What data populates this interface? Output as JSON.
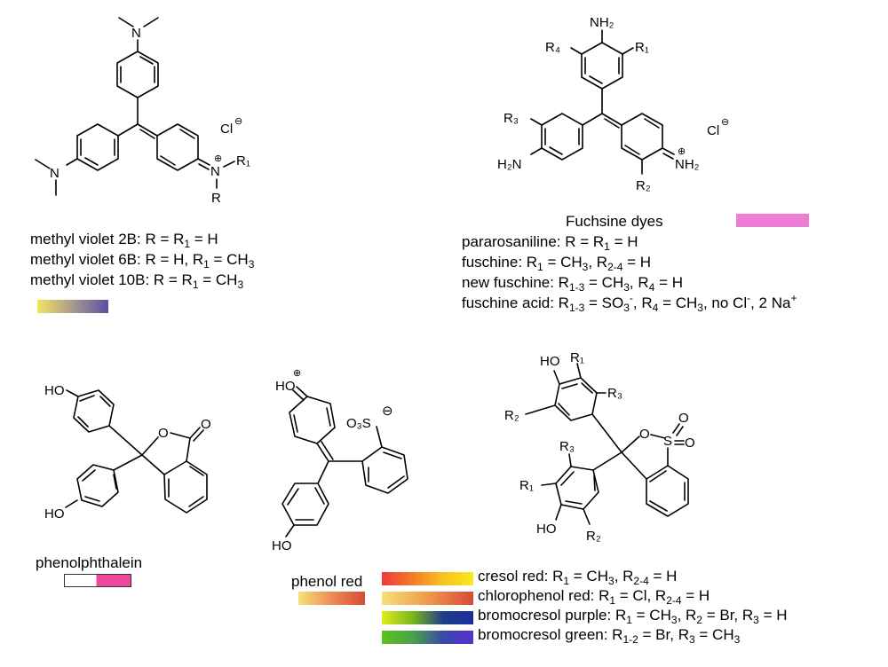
{
  "atoms": {
    "N": "N",
    "R": "R",
    "R1": "R₁",
    "R2": "R₂",
    "R3": "R₃",
    "R4": "R₄",
    "Cl": "Cl",
    "NH2": "NH₂",
    "H2N": "H₂N",
    "HO": "HO",
    "O": "O",
    "S": "S",
    "O3S": "O₃S",
    "plus": "⊕",
    "minus": "⊖"
  },
  "methyl_violet": {
    "line1": "methyl violet 2B: R = R₁ = H",
    "line2": "methyl violet 6B: R = H, R₁ = CH₃",
    "line3": "methyl violet 10B: R = R₁ = CH₃",
    "bar_colors": [
      "#f5e35f",
      "#a89a8e",
      "#5c4ea0"
    ]
  },
  "fuchsine": {
    "title": "Fuchsine dyes",
    "line1": "pararosaniline:  R = R₁ = H",
    "line2": "fuschine:  R₁ = CH₃, R₂₋₄ = H",
    "line3": "new fuschine:  R₁₋₃ = CH₃, R₄ = H",
    "line4": "fuschine acid: R₁₋₃ = SO₃⁻, R₄ = CH₃, no Cl⁻, 2 Na⁺",
    "bar_color": "#ee7ed4"
  },
  "phenolphthalein": {
    "label": "phenolphthalein",
    "bar_colors": [
      "#ffffff",
      "#f0479e"
    ]
  },
  "phenol_red": {
    "label": "phenol red",
    "bar_colors": [
      "#f6e27a",
      "#ec8c54",
      "#d84a3a"
    ]
  },
  "sulfonephthaleins": [
    {
      "text": "cresol red:  R₁ = CH₃, R₂₋₄ = H",
      "colors": [
        "#ee3a3a",
        "#f27b2a",
        "#f7c222",
        "#f7ea1c"
      ]
    },
    {
      "text": "chlorophenol red:  R₁ = Cl, R₂₋₄ = H",
      "colors": [
        "#f7e07a",
        "#ef9a4a",
        "#d9483a"
      ]
    },
    {
      "text": "bromocresol purple:  R₁ = CH₃, R₂ = Br,  R₃ = H",
      "colors": [
        "#e2ec1a",
        "#7ab81a",
        "#1f3f8a",
        "#1a2e9a"
      ]
    },
    {
      "text": "bromocresol green: R₁₋₂ = Br, R₃ = CH₃",
      "colors": [
        "#5ec21a",
        "#4aa24a",
        "#3a4aa8",
        "#5a2ed2"
      ]
    }
  ]
}
